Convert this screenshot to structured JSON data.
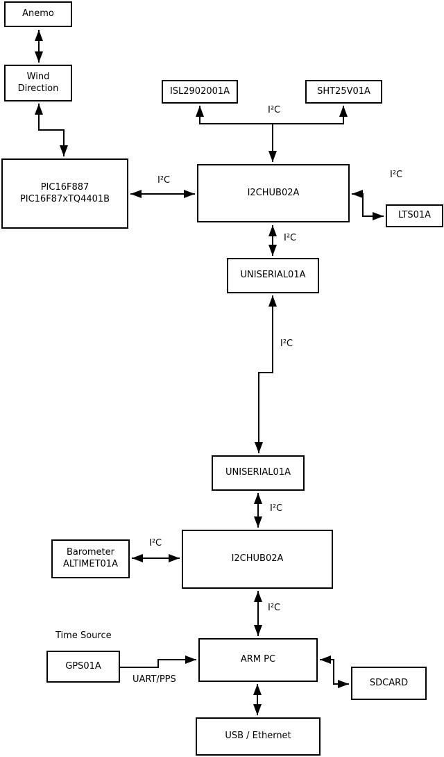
{
  "colors": {
    "background": "#ffffff",
    "stroke": "#000000",
    "text": "#000000"
  },
  "nodes": {
    "anemo": {
      "label": "Anemo"
    },
    "wind_direction": {
      "label": "Wind\nDirection"
    },
    "pic": {
      "label": "PIC16F887\nPIC16F87xTQ4401B"
    },
    "isl2902001a": {
      "label": "ISL2902001A"
    },
    "sht25v01a": {
      "label": "SHT25V01A"
    },
    "i2chub_top": {
      "label": "I2CHUB02A"
    },
    "lts01a": {
      "label": "LTS01A"
    },
    "uniserial_top": {
      "label": "UNISERIAL01A"
    },
    "uniserial_bottom": {
      "label": "UNISERIAL01A"
    },
    "barometer": {
      "label": "Barometer\nALTIMET01A"
    },
    "i2chub_bottom": {
      "label": "I2CHUB02A"
    },
    "gps01a": {
      "label": "GPS01A"
    },
    "arm_pc": {
      "label": "ARM PC"
    },
    "sdcard": {
      "label": "SDCARD"
    },
    "usb_ethernet": {
      "label": "USB / Ethernet"
    }
  },
  "edges": [
    {
      "from": "anemo",
      "to": "wind_direction",
      "label": "",
      "bidirectional": true
    },
    {
      "from": "wind_direction",
      "to": "pic",
      "label": "",
      "bidirectional": true
    },
    {
      "from": "pic",
      "to": "i2chub_top",
      "label": "I²C",
      "bidirectional": true
    },
    {
      "from": "i2chub_top",
      "to": [
        "isl2902001a",
        "sht25v01a"
      ],
      "label": "I²C",
      "bidirectional": true
    },
    {
      "from": "i2chub_top",
      "to": "lts01a",
      "label": "I²C",
      "bidirectional": true
    },
    {
      "from": "i2chub_top",
      "to": "uniserial_top",
      "label": "I²C",
      "bidirectional": true
    },
    {
      "from": "uniserial_top",
      "to": "uniserial_bottom",
      "label": "I²C",
      "bidirectional": true
    },
    {
      "from": "uniserial_bottom",
      "to": "i2chub_bottom",
      "label": "I²C",
      "bidirectional": true
    },
    {
      "from": "barometer",
      "to": "i2chub_bottom",
      "label": "I²C",
      "bidirectional": true
    },
    {
      "from": "i2chub_bottom",
      "to": "arm_pc",
      "label": "I²C",
      "bidirectional": true
    },
    {
      "from": "gps01a",
      "to": "arm_pc",
      "label": "UART/PPS",
      "bidirectional": false
    },
    {
      "from": "arm_pc",
      "to": "sdcard",
      "label": "",
      "bidirectional": true
    },
    {
      "from": "arm_pc",
      "to": "usb_ethernet",
      "label": "",
      "bidirectional": true
    }
  ],
  "annotations": {
    "time_source": "Time Source"
  }
}
